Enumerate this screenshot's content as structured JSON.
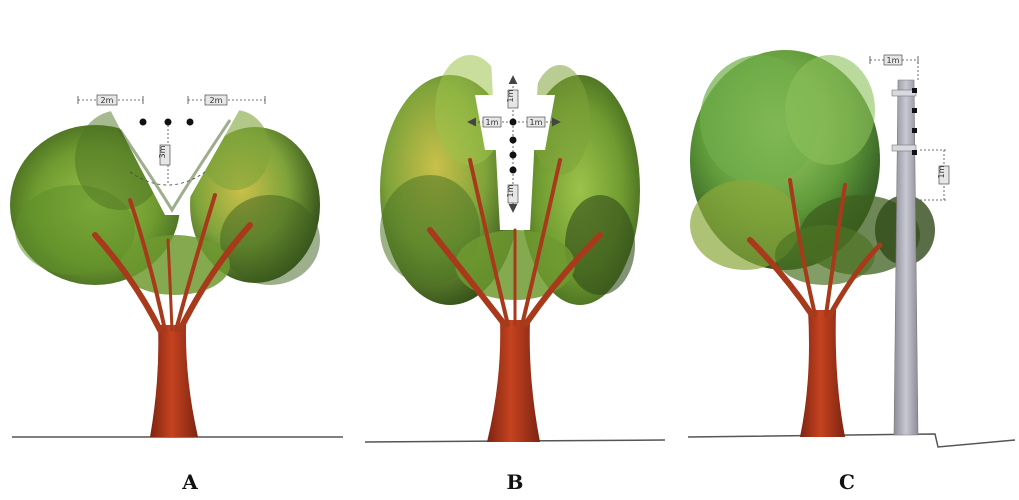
{
  "panels": [
    {
      "id": "A",
      "caption": "A",
      "labels": {
        "left_width": "2m",
        "right_width": "2m",
        "depth": "3m"
      }
    },
    {
      "id": "B",
      "caption": "B",
      "labels": {
        "up": "1m",
        "left": "1m",
        "right": "1m",
        "down": "1m"
      }
    },
    {
      "id": "C",
      "caption": "C",
      "labels": {
        "top_clearance": "1m",
        "side": "1m"
      }
    }
  ],
  "colors": {
    "trunk": "#b5361b",
    "trunk_dark": "#7d2412",
    "foliage_light": "#9cc34a",
    "foliage_mid": "#5f8f2a",
    "foliage_dark": "#2f4a18",
    "foliage_yellow": "#c9c04a",
    "ground": "#555555",
    "pole": "#b9b9c4",
    "pole_dark": "#8d8d98",
    "dim_line": "#444444"
  }
}
